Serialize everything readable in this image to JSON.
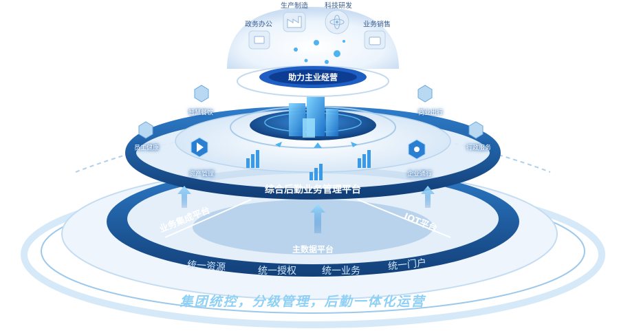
{
  "top_business": {
    "items": [
      {
        "label": "生产制造",
        "icon": "factory-icon"
      },
      {
        "label": "科技研发",
        "icon": "atom-icon"
      },
      {
        "label": "政务办公",
        "icon": "folder-icon"
      },
      {
        "label": "业务销售",
        "icon": "briefcase-icon"
      }
    ]
  },
  "core": {
    "title": "助力主业经营"
  },
  "services": {
    "left": [
      {
        "label": "智慧餐饮",
        "icon": "dining-icon"
      },
      {
        "label": "员工健康",
        "icon": "health-icon"
      },
      {
        "label": "资产管理",
        "icon": "asset-icon"
      }
    ],
    "right": [
      {
        "label": "商业出行",
        "icon": "travel-icon"
      },
      {
        "label": "行政服务",
        "icon": "admin-icon"
      },
      {
        "label": "企业通行",
        "icon": "access-icon"
      }
    ]
  },
  "platforms": {
    "main": "综合后勤业务管理平台",
    "integration": "业务集成平台",
    "iot": "IOT平台",
    "master_data": "主数据平台"
  },
  "unified": {
    "items": [
      "统一资源",
      "统一授权",
      "统一业务",
      "统一门户"
    ]
  },
  "slogan": "集团统控，分级管理，后勤一体化运营",
  "colors": {
    "primary": "#1a5ea8",
    "dark_ring": "#174d8c",
    "light_ring": "#c9e2f6",
    "accent": "#4fb3f0"
  }
}
